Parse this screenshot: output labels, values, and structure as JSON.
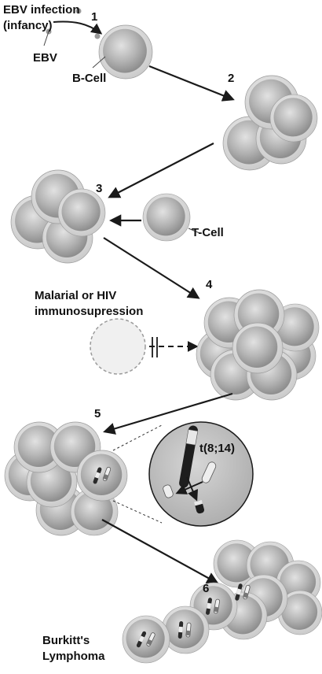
{
  "labels": {
    "ebv_infection_line1": "EBV infection",
    "ebv_infection_line2": "(infancy)",
    "ebv": "EBV",
    "b_cell": "B-Cell",
    "t_cell": "T-Cell",
    "immuno_line1": "Malarial or HIV",
    "immuno_line2": "immunosupression",
    "translocation": "t(8;14)",
    "burkitt_line1": "Burkitt's",
    "burkitt_line2": "Lymphoma"
  },
  "steps": [
    "1",
    "2",
    "3",
    "4",
    "5",
    "6"
  ],
  "colors": {
    "cell_fill": "#bdbdbd",
    "cell_rim": "#d9d9d9",
    "arrow": "#1a1a1a"
  }
}
